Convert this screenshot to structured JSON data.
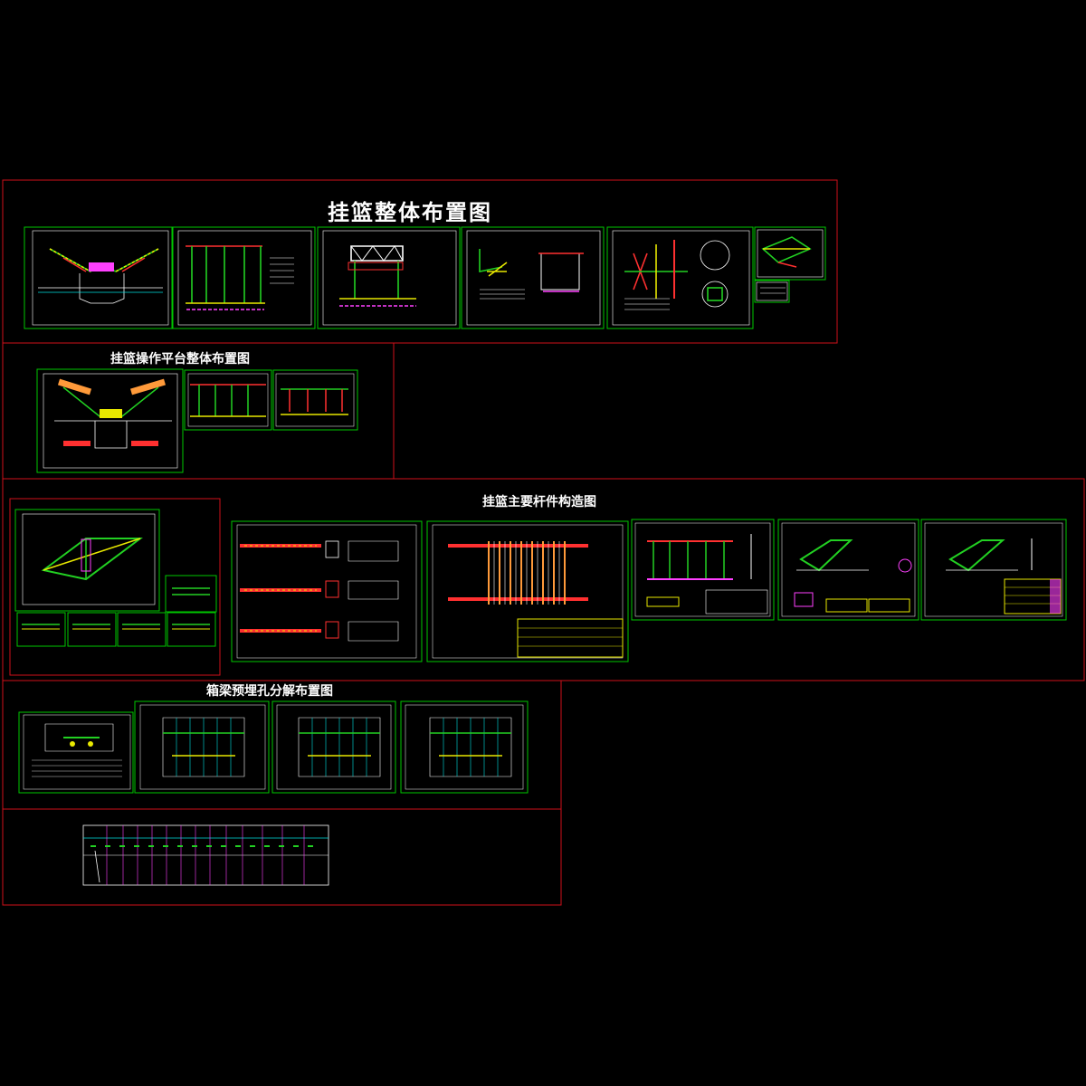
{
  "sections": {
    "overall_layout": {
      "title": "挂篮整体布置图"
    },
    "platform_layout": {
      "title": "挂篮操作平台整体布置图"
    },
    "member_structure": {
      "title": "挂篮主要杆件构造图"
    },
    "box_girder_holes": {
      "title": "箱梁预埋孔分解布置图"
    }
  },
  "colors": {
    "background": "#000000",
    "section_frame": "#d0101a",
    "sheet_frame": "#00c800",
    "member_green": "#22d022",
    "member_yellow": "#e8e800",
    "member_red": "#ff3030",
    "member_cyan": "#00e0e0",
    "member_magenta": "#ff40ff",
    "member_orange": "#ff9a3a",
    "line_white": "#ffffff"
  }
}
